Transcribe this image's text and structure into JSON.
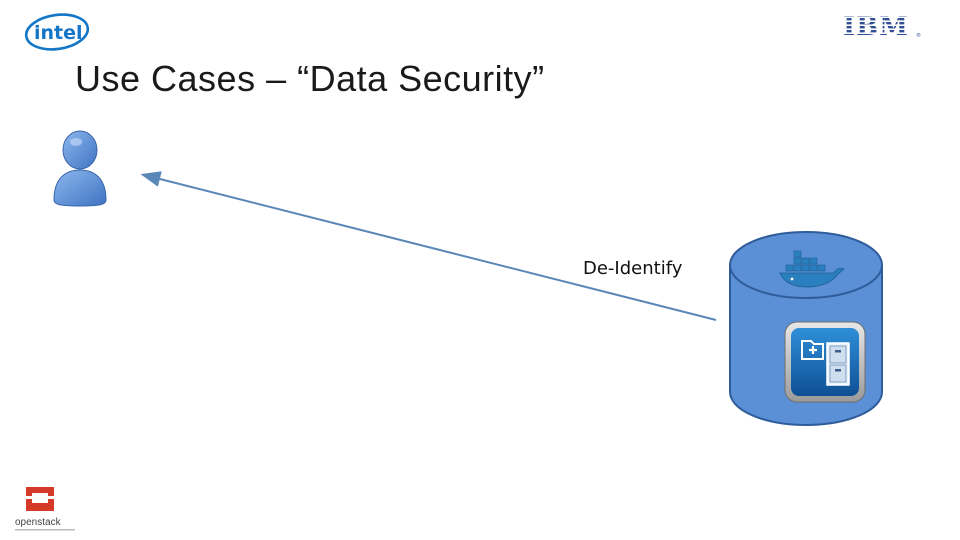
{
  "slide": {
    "title": "Use Cases – “Data Security”"
  },
  "logos": {
    "intel": {
      "text": "intel",
      "icon": "intel-logo"
    },
    "ibm": {
      "text": "IBM",
      "icon": "ibm-logo"
    },
    "openstack": {
      "text": "openstack",
      "icon": "openstack-logo"
    }
  },
  "diagram": {
    "arrow_label": "De-Identify",
    "user_icon": "user-icon",
    "container_icon": "docker-whale-icon",
    "storage_icon": "file-cabinet-icon",
    "colors": {
      "cylinder_fill": "#5b8fd6",
      "cylinder_stroke": "#2f5c9a",
      "arrow": "#5a86b8",
      "user": "#5c8fd8"
    }
  }
}
